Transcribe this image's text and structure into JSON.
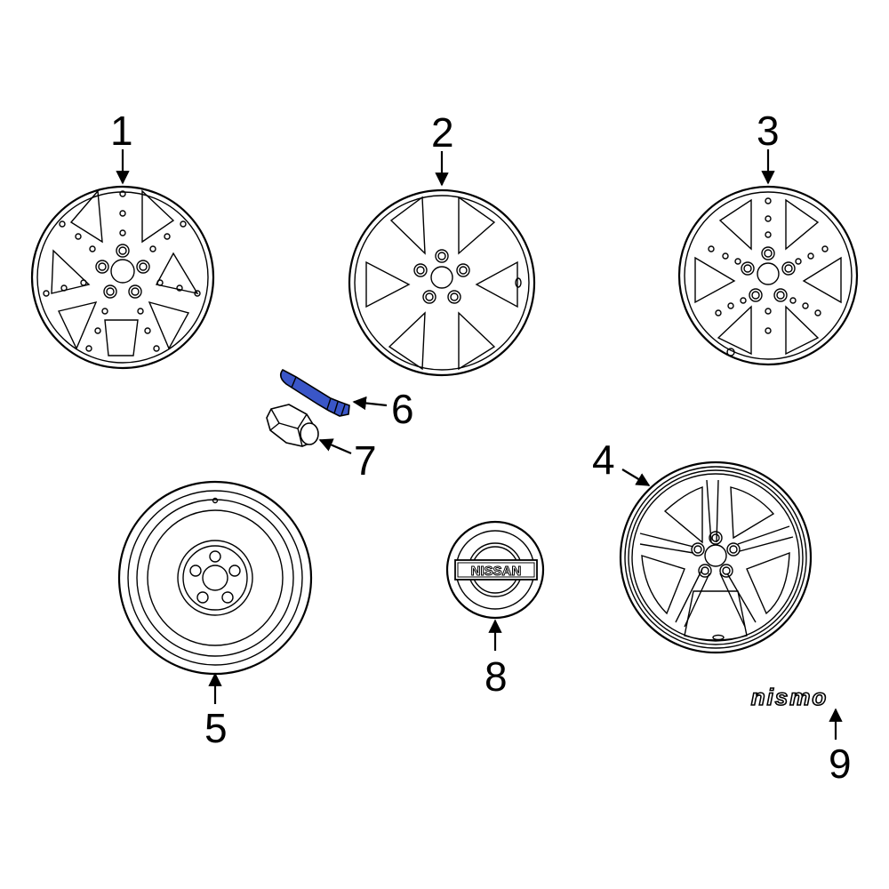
{
  "diagram": {
    "type": "parts-diagram",
    "background": "#ffffff",
    "highlight_color": "#3a56c8",
    "parts": [
      {
        "callout": "1",
        "label": "wheel-7-spoke-drilled"
      },
      {
        "callout": "2",
        "label": "wheel-6-spoke"
      },
      {
        "callout": "3",
        "label": "wheel-6-spoke-drilled"
      },
      {
        "callout": "4",
        "label": "wheel-5-split-spoke"
      },
      {
        "callout": "5",
        "label": "spare-wheel"
      },
      {
        "callout": "6",
        "label": "valve-stem",
        "highlighted": true
      },
      {
        "callout": "7",
        "label": "lug-nut"
      },
      {
        "callout": "8",
        "label": "center-cap"
      },
      {
        "callout": "9",
        "label": "nismo-emblem"
      }
    ],
    "center_cap_text": "NISSAN",
    "emblem_text": "nismo"
  }
}
